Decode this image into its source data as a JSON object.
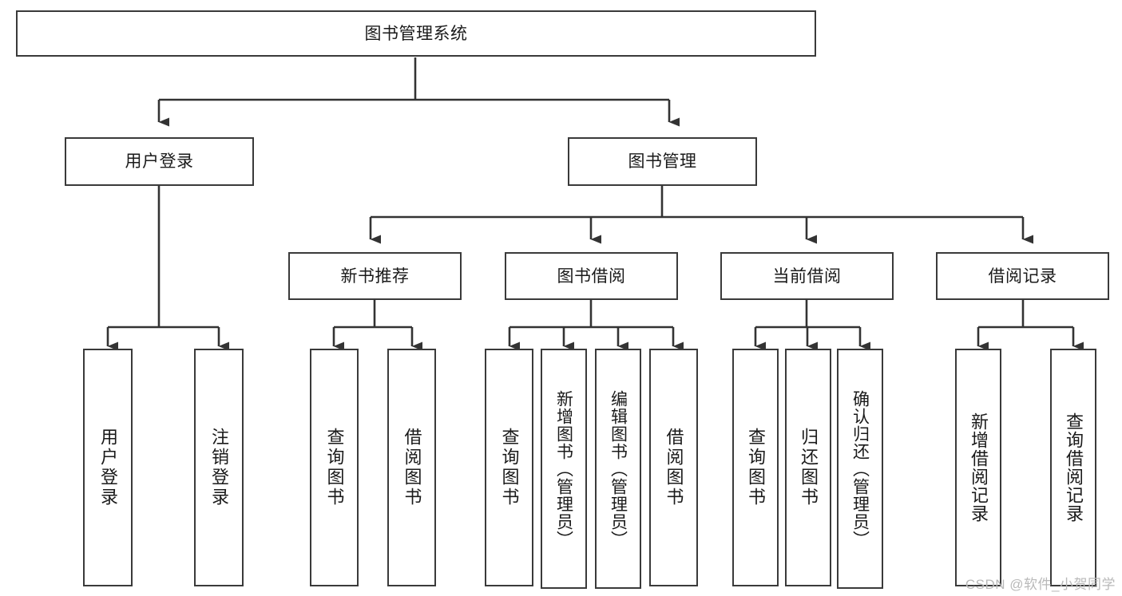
{
  "diagram": {
    "title": "图书管理系统",
    "type": "tree-hierarchy",
    "watermark": "CSDN @软件_小贺同学",
    "colors": {
      "box_border": "#3a3a3a",
      "box_fill": "#ffffff",
      "connector": "#333333",
      "text": "#1a1a1a",
      "watermark": "#b9b9b9"
    },
    "nodes": {
      "root": {
        "label": "图书管理系统"
      },
      "level2": [
        {
          "id": "user-login",
          "label": "用户登录"
        },
        {
          "id": "book-manage",
          "label": "图书管理"
        }
      ],
      "level3": [
        {
          "id": "new-book-recommend",
          "label": "新书推荐"
        },
        {
          "id": "book-borrow",
          "label": "图书借阅"
        },
        {
          "id": "current-borrow",
          "label": "当前借阅"
        },
        {
          "id": "borrow-record",
          "label": "借阅记录"
        }
      ],
      "leaves": {
        "user_login": [
          {
            "id": "leaf-user-login",
            "label": "用户登录"
          },
          {
            "id": "leaf-logout-login",
            "label": "注销登录"
          }
        ],
        "new_book_recommend": [
          {
            "id": "leaf-query-book-1",
            "label": "查询图书"
          },
          {
            "id": "leaf-borrow-book-1",
            "label": "借阅图书"
          }
        ],
        "book_borrow": [
          {
            "id": "leaf-query-book-2",
            "label": "查询图书"
          },
          {
            "id": "leaf-add-book",
            "label": "新增图书（管理员）"
          },
          {
            "id": "leaf-edit-book",
            "label": "编辑图书（管理员）"
          },
          {
            "id": "leaf-borrow-book-2",
            "label": "借阅图书"
          }
        ],
        "current_borrow": [
          {
            "id": "leaf-query-book-3",
            "label": "查询图书"
          },
          {
            "id": "leaf-return-book",
            "label": "归还图书"
          },
          {
            "id": "leaf-confirm-return",
            "label": "确认归还（管理员）"
          }
        ],
        "borrow_record": [
          {
            "id": "leaf-add-record",
            "label": "新增借阅记录"
          },
          {
            "id": "leaf-query-record",
            "label": "查询借阅记录"
          }
        ]
      }
    }
  }
}
